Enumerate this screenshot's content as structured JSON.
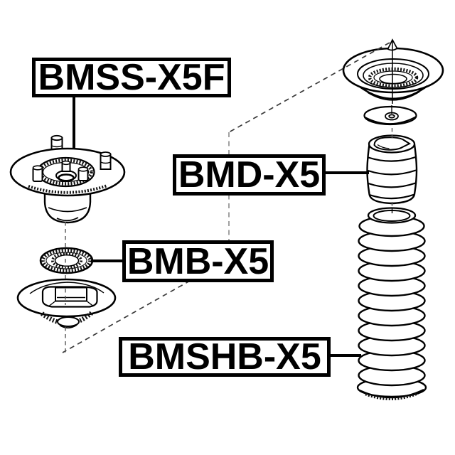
{
  "diagram": {
    "background_color": "#ffffff",
    "line_color": "#000000",
    "labels": [
      {
        "id": "bmss",
        "text": "BMSS-X5F"
      },
      {
        "id": "bmd",
        "text": "BMD-X5"
      },
      {
        "id": "bmb",
        "text": "BMB-X5"
      },
      {
        "id": "bmshb",
        "text": "BMSHB-X5"
      }
    ]
  }
}
